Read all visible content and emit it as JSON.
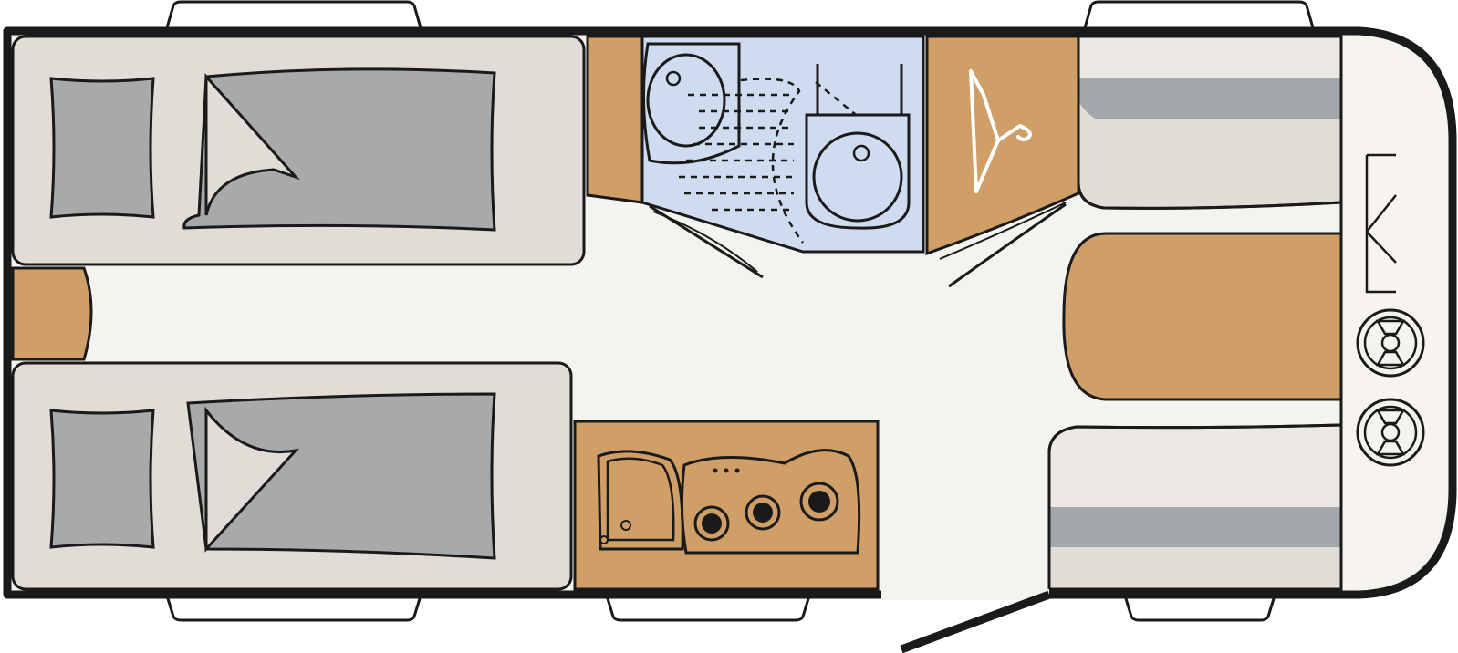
{
  "diagram": {
    "kind": "caravan-floor-plan",
    "colors": {
      "outline": "#1a1a1a",
      "floor": "#f5f3ee",
      "cushion": "#e2dcd6",
      "cushion_light": "#ece8e3",
      "bedding": "#a7a9ab",
      "stripe": "#a4a7a9",
      "wood": "#cf9f67",
      "bathroom": "#cfdcef",
      "window": "#ffffff"
    },
    "zones": [
      {
        "id": "single-bed-top",
        "icon": "bed-icon"
      },
      {
        "id": "single-bed-bottom",
        "icon": "bed-icon"
      },
      {
        "id": "bedside-table",
        "icon": "table-icon"
      },
      {
        "id": "washroom",
        "icon": "shower-icon"
      },
      {
        "id": "wardrobe",
        "icon": "hanger-icon"
      },
      {
        "id": "kitchen",
        "icon": "hob-icon"
      },
      {
        "id": "dinette",
        "icon": "table-icon"
      },
      {
        "id": "entrance-door",
        "icon": "door-icon"
      }
    ]
  }
}
